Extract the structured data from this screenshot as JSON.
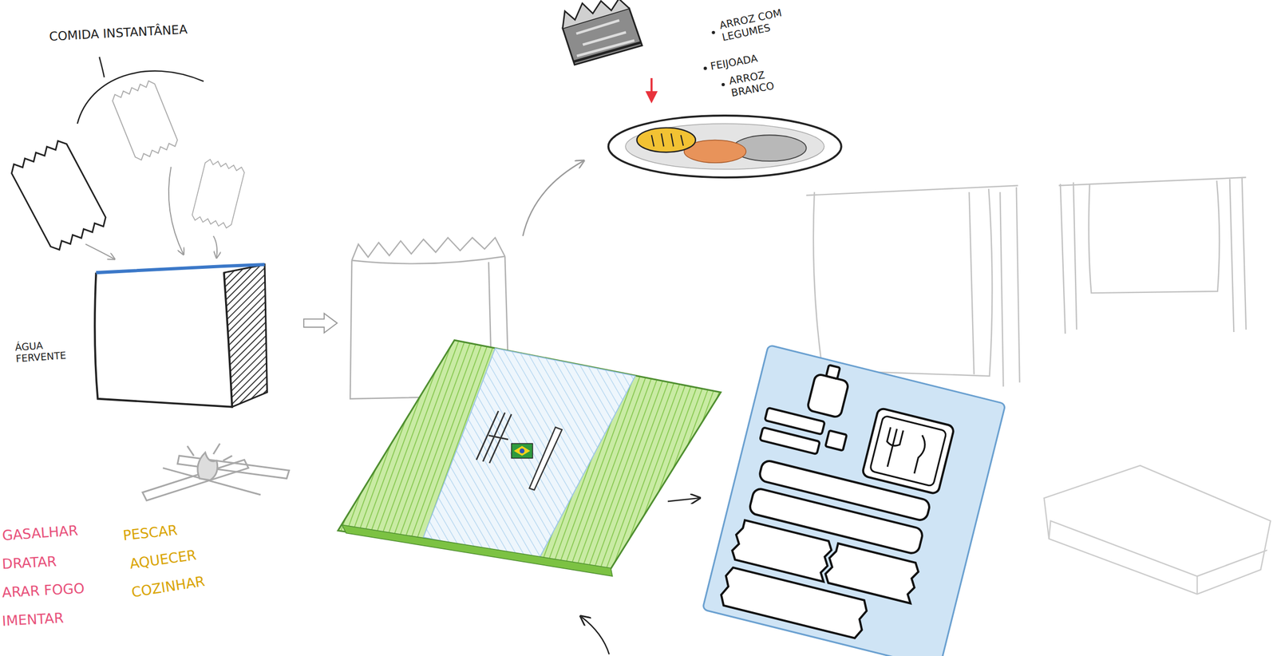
{
  "diagram": {
    "labels": [
      "COMIDA INSTANTÂNEA",
      "ARROZ COM LEGUMES",
      "FEIJOADA",
      "ARROZ BRANCO",
      "ÁGUA FERVENTE",
      "GASALHAR",
      "PESCAR",
      "DRATAR",
      "AQUECER",
      "ARAR FOGO",
      "COZINHAR",
      "IMENTAR"
    ]
  }
}
